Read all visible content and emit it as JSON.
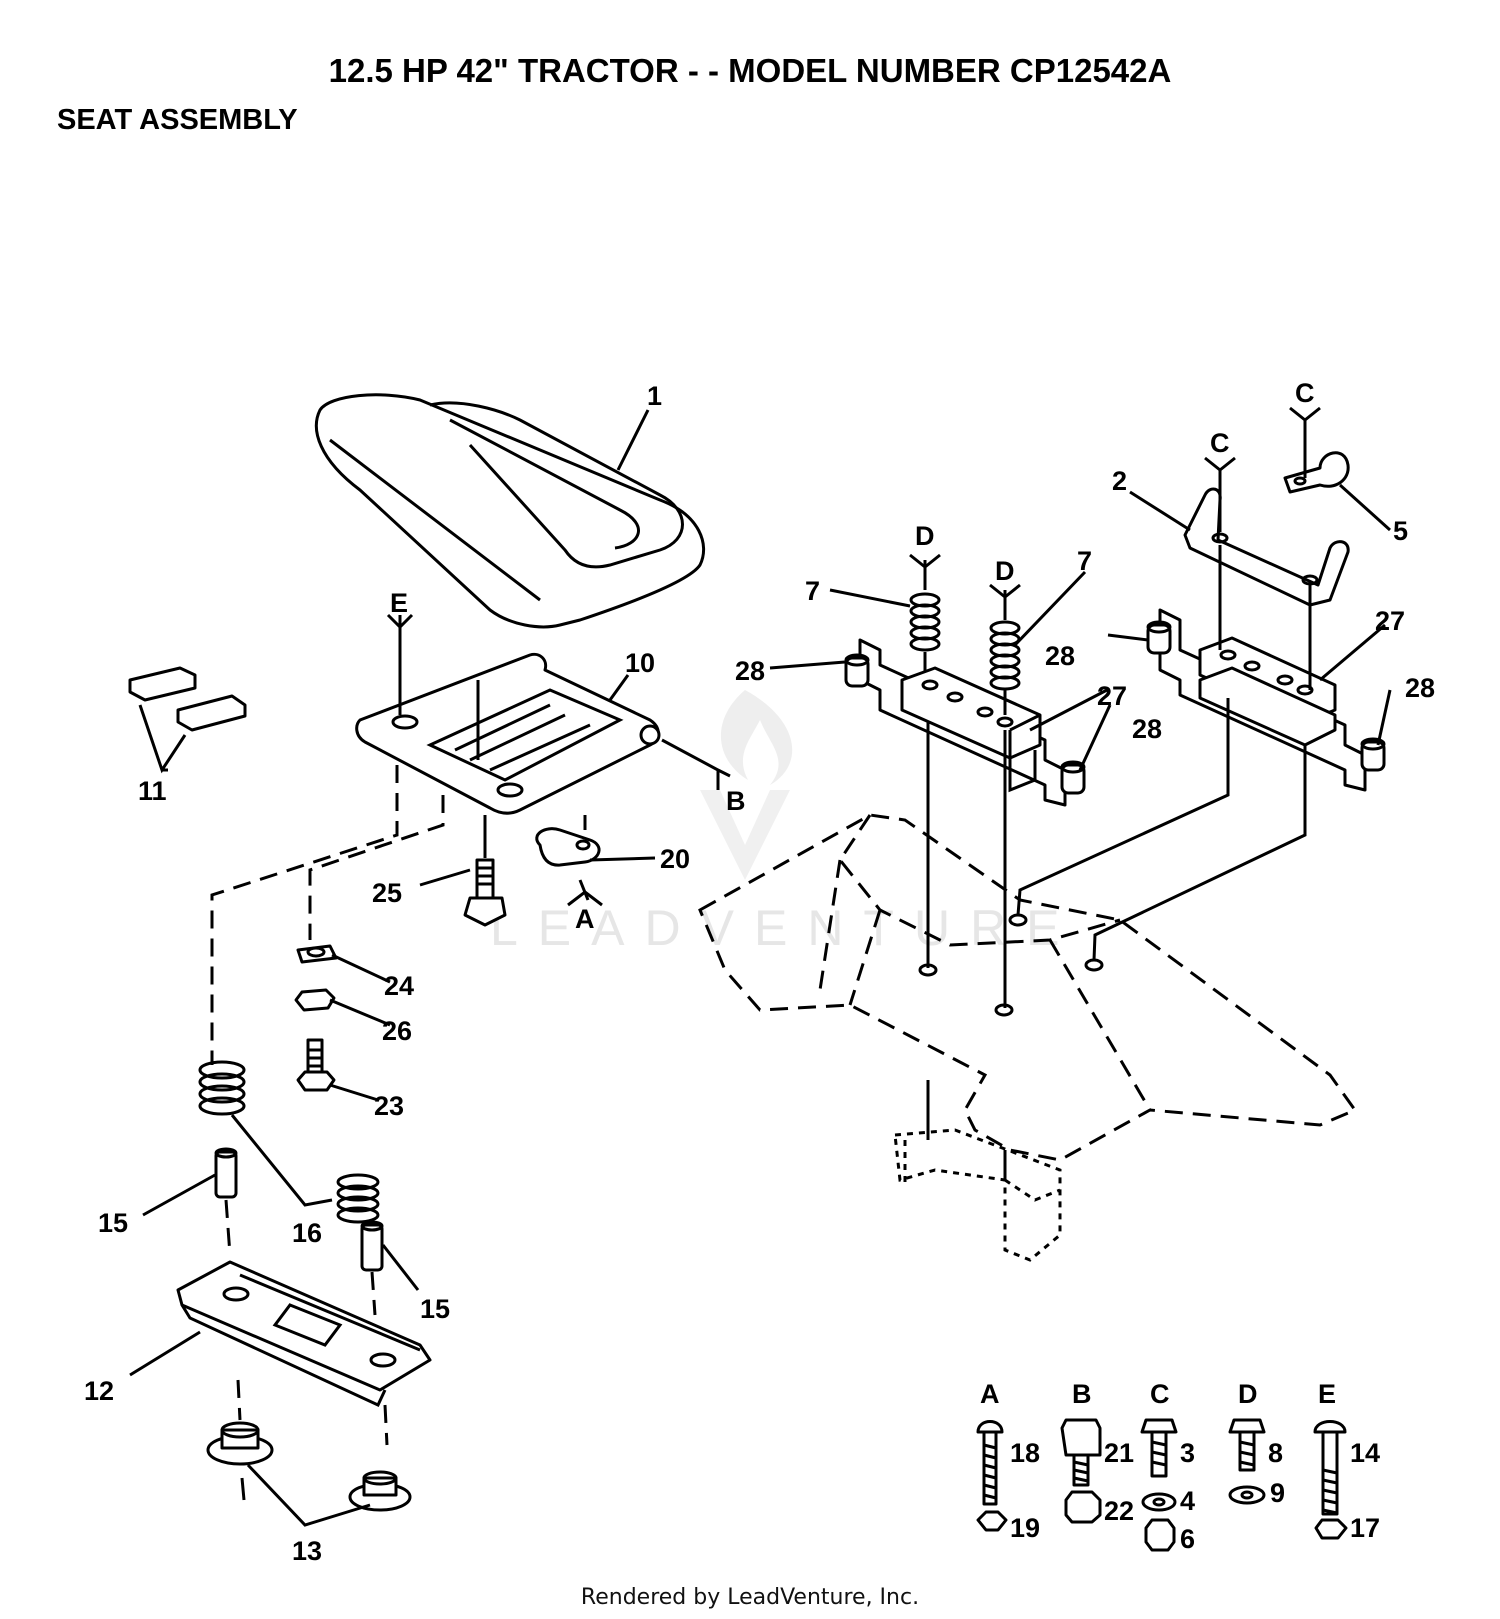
{
  "header": {
    "title": "12.5 HP 42\" TRACTOR - - MODEL NUMBER CP12542A",
    "subtitle": "SEAT ASSEMBLY"
  },
  "watermark": {
    "text": "LEADVENTURE"
  },
  "footer": {
    "text": "Rendered by LeadVenture, Inc."
  },
  "callouts": {
    "c1": "1",
    "c2": "2",
    "c5": "5",
    "c7a": "7",
    "c7b": "7",
    "c10": "10",
    "c11": "11",
    "c12": "12",
    "c13": "13",
    "c15a": "15",
    "c15b": "15",
    "c16": "16",
    "c20": "20",
    "c23": "23",
    "c24": "24",
    "c25": "25",
    "c26": "26",
    "c27a": "27",
    "c27b": "27",
    "c28a": "28",
    "c28b": "28",
    "c28c": "28",
    "c28d": "28"
  },
  "refs": {
    "A": "A",
    "B": "B",
    "C1": "C",
    "C2": "C",
    "D1": "D",
    "D2": "D",
    "E": "E"
  },
  "hardware_legend": [
    {
      "letter": "A",
      "parts": [
        "18",
        "19"
      ]
    },
    {
      "letter": "B",
      "parts": [
        "21",
        "22"
      ]
    },
    {
      "letter": "C",
      "parts": [
        "3",
        "4",
        "6"
      ]
    },
    {
      "letter": "D",
      "parts": [
        "8",
        "9"
      ]
    },
    {
      "letter": "E",
      "parts": [
        "14",
        "17"
      ]
    }
  ]
}
